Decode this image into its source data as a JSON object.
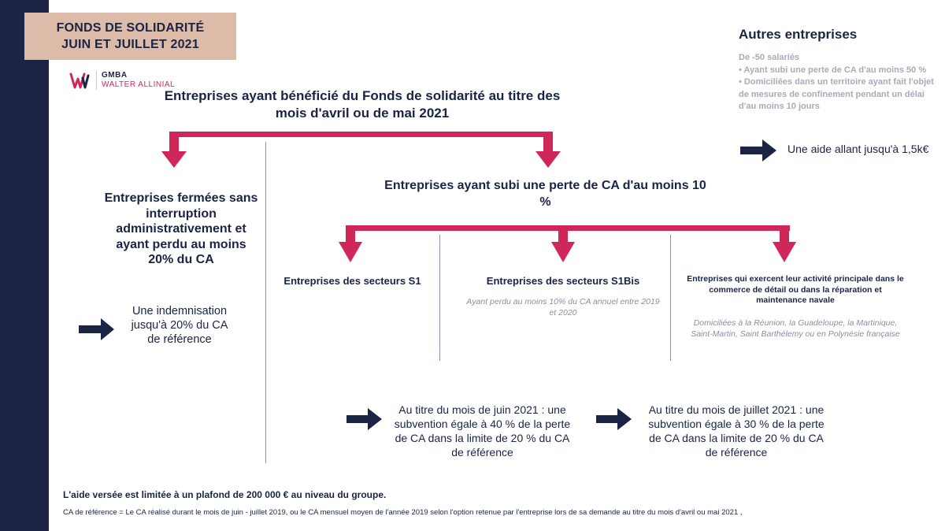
{
  "colors": {
    "sidebar": "#1b2444",
    "title_box": "#dcbba9",
    "arrow_red": "#d0275a",
    "navy": "#1b2444",
    "muted": "#a8abb8"
  },
  "header": {
    "title_line1": "FONDS DE SOLIDARITÉ",
    "title_line2": "JUIN ET JUILLET 2021"
  },
  "logo": {
    "line1": "GMBA",
    "line2": "WALTER ALLINIAL"
  },
  "main": {
    "heading": "Entreprises ayant bénéficié du Fonds de solidarité au titre des mois d'avril ou de mai 2021",
    "closed_heading": "Entreprises fermées sans interruption administrativement et ayant perdu au moins 20% du CA",
    "closed_aid": "Une indemnisation jusqu'à 20% du CA de référence",
    "loss_heading": "Entreprises ayant subi une perte de CA d'au moins 10 %",
    "sector_s1": "Entreprises des secteurs S1",
    "sector_s1bis": "Entreprises des secteurs S1Bis",
    "sector_s1bis_note": "Ayant perdu au moins 10% du CA annuel entre 2019 et 2020",
    "commerce_heading": "Entreprises qui exercent leur activité principale dans le commerce de détail ou dans la réparation et maintenance navale",
    "commerce_note": "Domiciliées à la Réunion, la Guadeloupe, la Martinique, Saint-Martin, Saint Barthélemy ou en Polynésie française",
    "june_aid": "Au titre du mois de juin 2021 : une subvention égale à 40 % de la perte de CA dans la limite de 20 % du CA de référence",
    "july_aid": "Au titre du mois de juillet 2021 : une subvention égale à 30 % de la perte de CA dans la limite de 20 % du CA de référence"
  },
  "autres": {
    "title": "Autres entreprises",
    "criteria": [
      "De -50 salariés",
      "• Ayant subi une perte de CA d'au moins 50 %",
      "• Domiciliées dans un territoire ayant fait l'objet de mesures de confinement pendant un délai d'au moins 10 jours"
    ],
    "aid": "Une aide allant jusqu'à 1,5k€"
  },
  "footer": {
    "plafond": "L'aide versée est limitée à un plafond de 200 000 € au niveau du groupe.",
    "ca_reference": "CA de référence = Le CA réalisé durant le mois de juin - juillet 2019, ou le CA mensuel moyen de l'année 2019 selon l'option retenue par l'entreprise lors de sa demande au titre du mois d'avril ou mai 2021 ,"
  }
}
